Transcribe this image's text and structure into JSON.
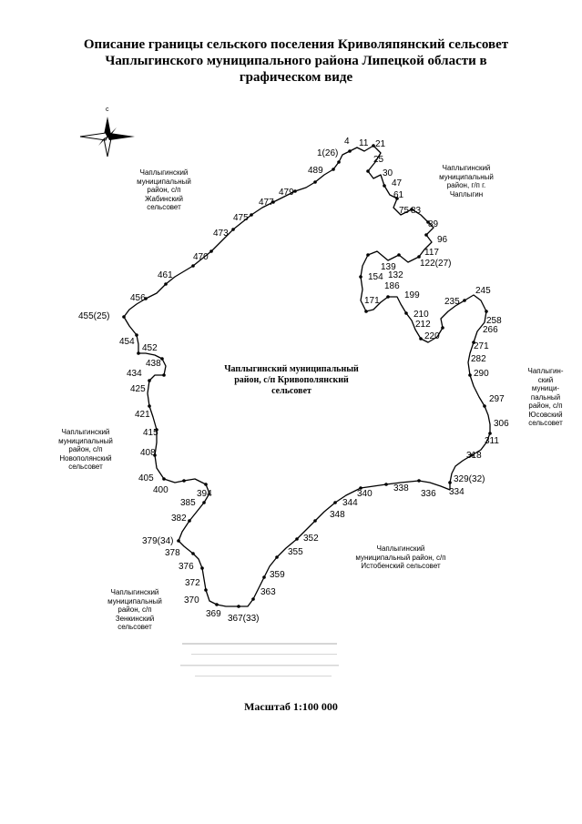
{
  "title": {
    "line1": "Описание границы сельского поселения Криволяпянский сельсовет",
    "line2": "Чаплыгинского муниципального района Липецкой области в",
    "line3": "графическом виде"
  },
  "compass": {
    "north_label": "с",
    "icon": "compass-rose-icon"
  },
  "center_label": [
    "Чаплыгинский муниципальный",
    "район, с/п Кривополянский",
    "сельсовет"
  ],
  "neighbors": {
    "zhabinsky": [
      "Чаплыгинский",
      "муниципальный",
      "район, с/п",
      "Жабинский",
      "сельсовет"
    ],
    "chaplygin": [
      "Чаплыгинский",
      "муниципальный",
      "район, г/п г.",
      "Чаплыгин"
    ],
    "yusovsky": [
      "Чаплыгин-",
      "ский",
      "муници-",
      "пальный",
      "район, с/п",
      "Юсовский",
      "сельсовет"
    ],
    "novopolyansky": [
      "Чаплыгинский",
      "муниципальный",
      "район, с/п",
      "Новополянский",
      "сельсовет"
    ],
    "istobensky": [
      "Чаплыгинский",
      "муниципальный район, с/п",
      "Истобенский сельсовет"
    ],
    "zenkinsky": [
      "Чаплыгинский",
      "муниципальный",
      "район, с/п",
      "Зенкинский",
      "сельсовет"
    ]
  },
  "point_labels": [
    "4",
    "11",
    "21",
    "1(26)",
    "25",
    "489",
    "30",
    "47",
    "479",
    "61",
    "477",
    "75",
    "83",
    "475",
    "89",
    "473",
    "96",
    "470",
    "117",
    "122(27)",
    "139",
    "132",
    "461",
    "154",
    "186",
    "199",
    "456",
    "171",
    "245",
    "235",
    "455(25)",
    "210",
    "258",
    "212",
    "266",
    "220",
    "454",
    "271",
    "452",
    "282",
    "438",
    "434",
    "290",
    "425",
    "297",
    "421",
    "306",
    "415",
    "311",
    "408",
    "318",
    "405",
    "329(32)",
    "394",
    "400",
    "340",
    "338",
    "336",
    "334",
    "385",
    "344",
    "348",
    "382",
    "352",
    "379(34)",
    "378",
    "355",
    "376",
    "359",
    "372",
    "363",
    "370",
    "369",
    "367(33)"
  ],
  "scale": "Масштаб 1:100 000",
  "colors": {
    "boundary": "#000000",
    "background": "#ffffff"
  }
}
